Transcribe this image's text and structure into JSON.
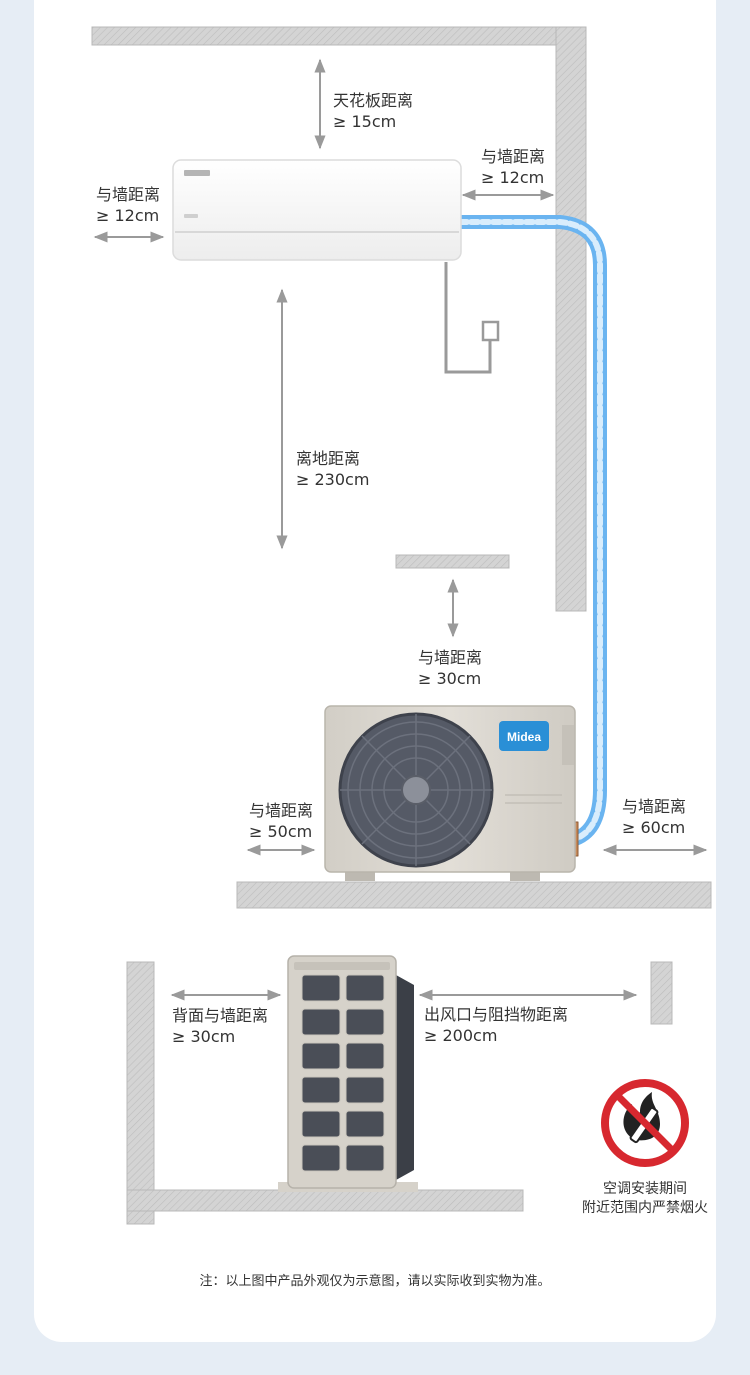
{
  "labels": {
    "ceiling": {
      "title": "天花板距离",
      "value": "≥ 15cm"
    },
    "indoor_left": {
      "title": "与墙距离",
      "value": "≥ 12cm"
    },
    "indoor_right": {
      "title": "与墙距离",
      "value": "≥ 12cm"
    },
    "floor": {
      "title": "离地距离",
      "value": "≥ 230cm"
    },
    "outdoor_top": {
      "title": "与墙距离",
      "value": "≥ 30cm"
    },
    "outdoor_left": {
      "title": "与墙距离",
      "value": "≥ 50cm"
    },
    "outdoor_right": {
      "title": "与墙距离",
      "value": "≥ 60cm"
    },
    "rear": {
      "title": "背面与墙距离",
      "value": "≥ 30cm"
    },
    "outlet": {
      "title": "出风口与阻挡物距离",
      "value": "≥ 200cm"
    }
  },
  "brand": "Midea",
  "warning": {
    "line1": "空调安装期间",
    "line2": "附近范围内严禁烟火"
  },
  "note": "注：以上图中产品外观仅为示意图，请以实际收到实物为准。",
  "colors": {
    "page_bg": "#e6edf5",
    "card_bg": "#ffffff",
    "wall": "#c9c9c9",
    "arrow": "#9a9a9a",
    "pipe": "#6ab4f0",
    "brand_blue": "#2a8fd6",
    "unit_body": "#d8d4cc",
    "forbidden_red": "#d7282f"
  },
  "icons": {
    "forbidden": "no-fire-icon",
    "fan": "fan-icon"
  }
}
